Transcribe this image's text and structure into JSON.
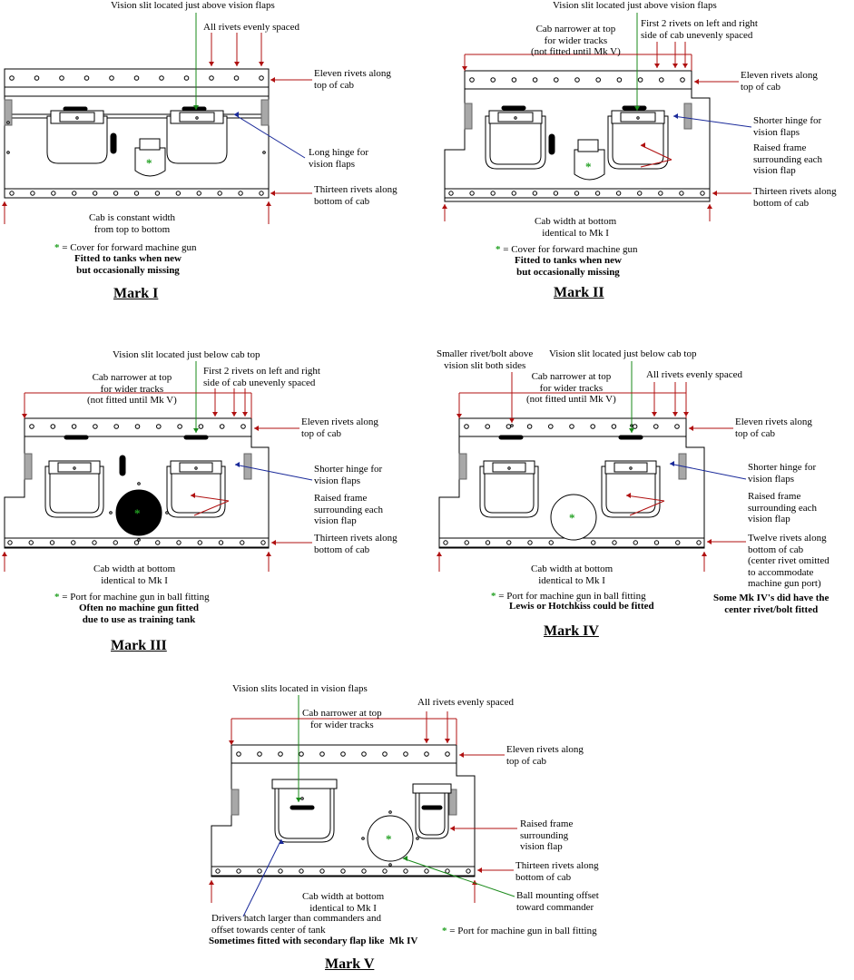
{
  "colors": {
    "arrow_red": "#b01010",
    "arrow_green": "#1a8a1a",
    "arrow_blue": "#1a2a9a",
    "star": "#22a022",
    "hinge": "#a8a8a8"
  },
  "mark1": {
    "title": "Mark I",
    "vision_slit": "Vision slit located just above vision flaps",
    "rivets_spaced": "All rivets evenly spaced",
    "eleven_rivets": "Eleven rivets along\ntop of cab",
    "long_hinge": "Long hinge for\nvision flaps",
    "thirteen_rivets": "Thirteen rivets along\nbottom of cab",
    "cab_width": "Cab is constant width\nfrom top to bottom",
    "gun_legend": "= Cover for forward machine gun",
    "fitted_note": "Fitted to tanks when new\nbut occasionally missing"
  },
  "mark2": {
    "title": "Mark II",
    "vision_slit": "Vision slit located just above vision flaps",
    "cab_narrower": "Cab narrower at top\nfor wider tracks\n(not fitted until Mk V)",
    "first_rivets": "First 2 rivets on left and right\nside of cab unevenly spaced",
    "eleven_rivets": "Eleven rivets along\ntop of cab",
    "shorter_hinge": "Shorter hinge for\nvision flaps",
    "raised_frame": "Raised frame\nsurrounding each\nvision flap",
    "thirteen_rivets": "Thirteen rivets along\nbottom of cab",
    "cab_width": "Cab width at bottom\nidentical to Mk I",
    "gun_legend": "= Cover for forward machine gun",
    "fitted_note": "Fitted to tanks when new\nbut occasionally missing"
  },
  "mark3": {
    "title": "Mark III",
    "vision_slit": "Vision slit located just below cab top",
    "cab_narrower": "Cab narrower at top\nfor wider tracks\n(not fitted until Mk V)",
    "first_rivets": "First 2 rivets on left and right\nside of cab unevenly spaced",
    "eleven_rivets": "Eleven rivets along\ntop of cab",
    "shorter_hinge": "Shorter hinge for\nvision flaps",
    "raised_frame": "Raised frame\nsurrounding each\nvision flap",
    "thirteen_rivets": "Thirteen rivets along\nbottom of cab",
    "cab_width": "Cab width at bottom\nidentical to Mk I",
    "gun_legend": "= Port for machine gun in ball fitting",
    "note": "Often no machine gun fitted\ndue to use as training tank"
  },
  "mark4": {
    "title": "Mark IV",
    "smaller_rivet": "Smaller rivet/bolt above\nvision slit both sides",
    "vision_slit": "Vision slit located just below cab top",
    "cab_narrower": "Cab narrower at top\nfor wider tracks\n(not fitted until Mk V)",
    "rivets_spaced": "All rivets evenly spaced",
    "eleven_rivets": "Eleven rivets along\ntop of cab",
    "shorter_hinge": "Shorter hinge for\nvision flaps",
    "raised_frame": "Raised frame\nsurrounding each\nvision flap",
    "twelve_rivets": "Twelve rivets along\nbottom of cab\n(center rivet omitted\nto accommodate\nmachine gun port)",
    "some_note": "Some Mk IV's did have the\ncenter rivet/bolt fitted",
    "cab_width": "Cab width at bottom\nidentical to Mk I",
    "gun_legend": "= Port for machine gun in ball fitting",
    "note": "Lewis or Hotchkiss could be fitted"
  },
  "mark5": {
    "title": "Mark V",
    "vision_slits": "Vision slits located in vision flaps",
    "cab_narrower": "Cab narrower at top\nfor wider tracks",
    "rivets_spaced": "All rivets evenly spaced",
    "eleven_rivets": "Eleven rivets along\ntop of cab",
    "raised_frame": "Raised frame\nsurrounding\nvision flap",
    "thirteen_rivets": "Thirteen rivets along\nbottom of cab",
    "cab_width": "Cab width at bottom\nidentical to Mk I",
    "ball_offset": "Ball mounting offset\ntoward commander",
    "drivers_hatch": "Drivers hatch larger than commanders and\noffset towards center of tank",
    "sometimes_note": "Sometimes fitted with secondary flap like  Mk IV",
    "gun_legend": "= Port for machine gun in ball fitting"
  },
  "star_glyph": "*"
}
